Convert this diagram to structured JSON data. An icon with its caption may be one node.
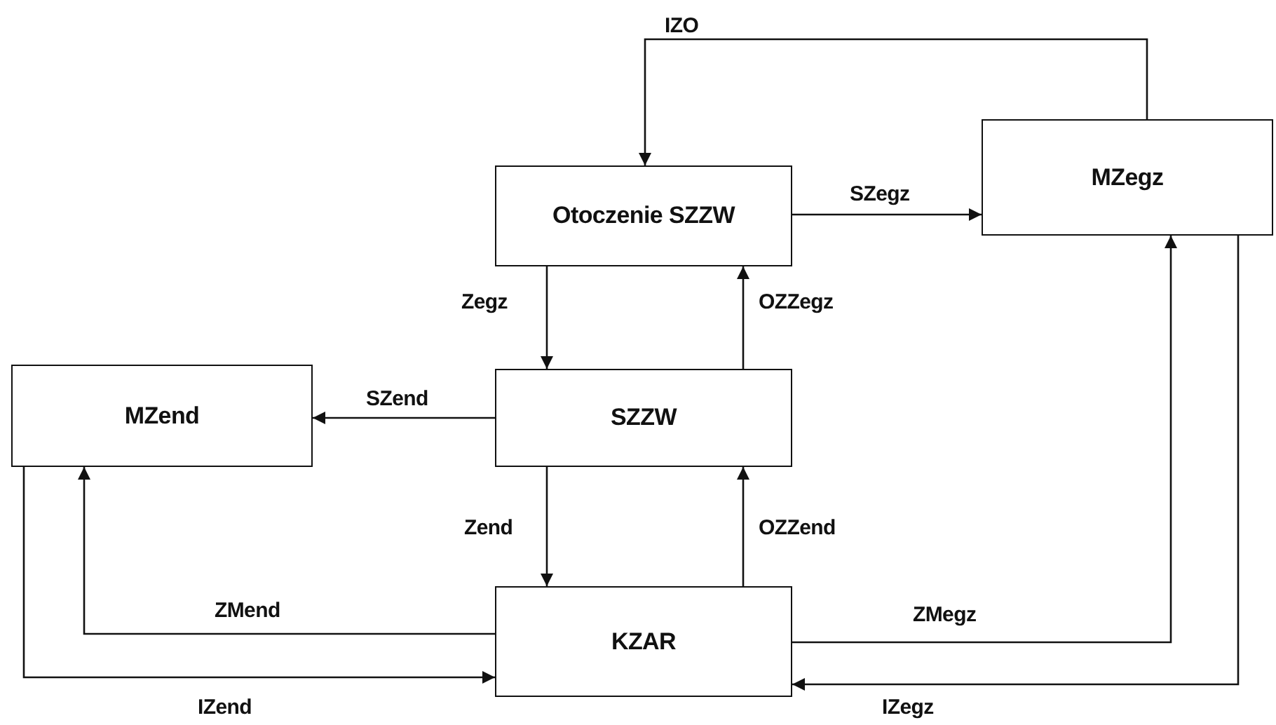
{
  "diagram": {
    "nodes": [
      {
        "text": [
          "Otoczenie SZZW"
        ]
      },
      {
        "text": [
          "MZegz"
        ]
      },
      {
        "text": [
          "MZend"
        ]
      },
      {
        "text": [
          "SZZW"
        ]
      },
      {
        "text": [
          "KZAR"
        ]
      }
    ],
    "edges": [
      {
        "from": 1,
        "to": 0,
        "arrow": "to",
        "label": "IZO"
      },
      {
        "from": 0,
        "to": 1,
        "arrow": "to",
        "label": "SZegz"
      },
      {
        "from": 0,
        "to": 3,
        "arrow": "to",
        "label": "Zegz"
      },
      {
        "from": 3,
        "to": 0,
        "arrow": "to",
        "label": "OZZegz"
      },
      {
        "from": 3,
        "to": 2,
        "arrow": "to",
        "label": "SZend"
      },
      {
        "from": 3,
        "to": 4,
        "arrow": "to",
        "label": "Zend"
      },
      {
        "from": 4,
        "to": 3,
        "arrow": "to",
        "label": "OZZend"
      },
      {
        "from": 4,
        "to": 2,
        "arrow": "to",
        "label": "ZMend"
      },
      {
        "from": 2,
        "to": 4,
        "arrow": "to",
        "label": "IZend"
      },
      {
        "from": 4,
        "to": 1,
        "arrow": "to",
        "label": "ZMegz"
      },
      {
        "from": 1,
        "to": 4,
        "arrow": "to",
        "label": "IZegz"
      }
    ]
  }
}
